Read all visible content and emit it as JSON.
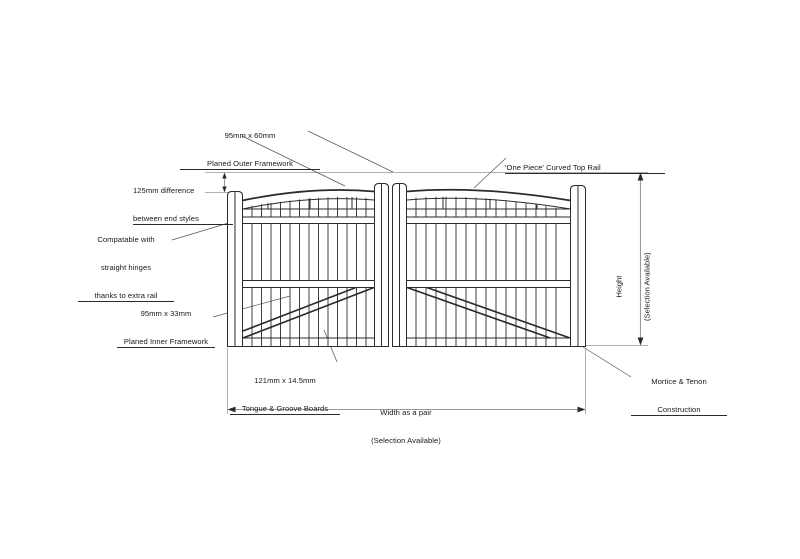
{
  "drawing": {
    "title": "Wooden Driveway Gate Pair - Technical Specification Drawing",
    "line_color": "#2b2b2b",
    "dimension_line_color": "#9a9a9a",
    "text_color": "#1a1a1a",
    "background_color": "#ffffff"
  },
  "annotations": {
    "outer_framework": {
      "line1": "95mm x 60mm",
      "line2": "Planed Outer Framework"
    },
    "curved_top_rail": {
      "line1": "'One Piece' Curved Top Rail"
    },
    "end_styles_difference": {
      "line1": "125mm difference",
      "line2": "between end styles"
    },
    "straight_hinges": {
      "line1": "Compatable with",
      "line2": "straight hinges",
      "line3": "thanks to extra rail"
    },
    "inner_framework": {
      "line1": "95mm x 33mm",
      "line2": "Planed Inner Framework"
    },
    "tongue_groove_boards": {
      "line1": "121mm x 14.5mm",
      "line2": "Tongue & Groove Boards"
    },
    "mortice_tenon": {
      "line1": "Mortice & Tenon",
      "line2": "Construction"
    }
  },
  "dimensions": {
    "width": {
      "line1": "Width as a pair",
      "line2": "(Selection Available)"
    },
    "height": {
      "line1": "Height",
      "line2": "(Selection Available)"
    }
  }
}
